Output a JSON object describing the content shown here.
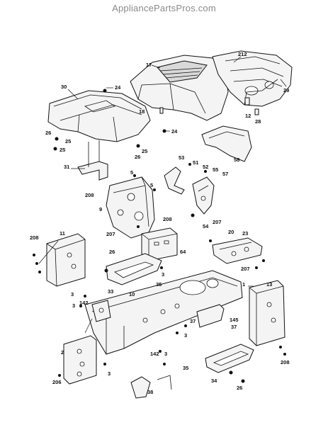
{
  "watermark": "AppliancePartsPros.com",
  "callouts": {
    "c17": "17",
    "c212a": "212",
    "c29": "29",
    "c30": "30",
    "c24a": "24",
    "c18": "18",
    "c12": "12",
    "c28": "28",
    "c24b": "24",
    "c26a": "26",
    "c25a": "25",
    "c25b": "25",
    "c26b": "26",
    "c25c": "25",
    "c58": "58",
    "c31": "31",
    "c53": "53",
    "c51": "51",
    "c52": "52",
    "c55": "55",
    "c57": "57",
    "c5a": "5",
    "c5b": "5",
    "c208a": "208",
    "c9": "9",
    "c208b": "208",
    "c54": "54",
    "c207a": "207",
    "c207b": "207",
    "c20": "20",
    "c23": "23",
    "c208c": "208",
    "c11": "11",
    "c64": "64",
    "c207c": "207",
    "c26c": "26",
    "c3a": "3",
    "c35a": "35",
    "c33": "33",
    "c10": "10",
    "c1": "1",
    "c13": "13",
    "c3b": "3",
    "c142a": "142",
    "c3c": "3",
    "c37a": "37",
    "c145": "145",
    "c37b": "37",
    "c3d": "3",
    "c2": "2",
    "c142b": "142",
    "c3e": "3",
    "c35b": "35",
    "c206": "206",
    "c3f": "3",
    "c38": "38",
    "c34": "34",
    "c26d": "26",
    "c208d": "208"
  }
}
